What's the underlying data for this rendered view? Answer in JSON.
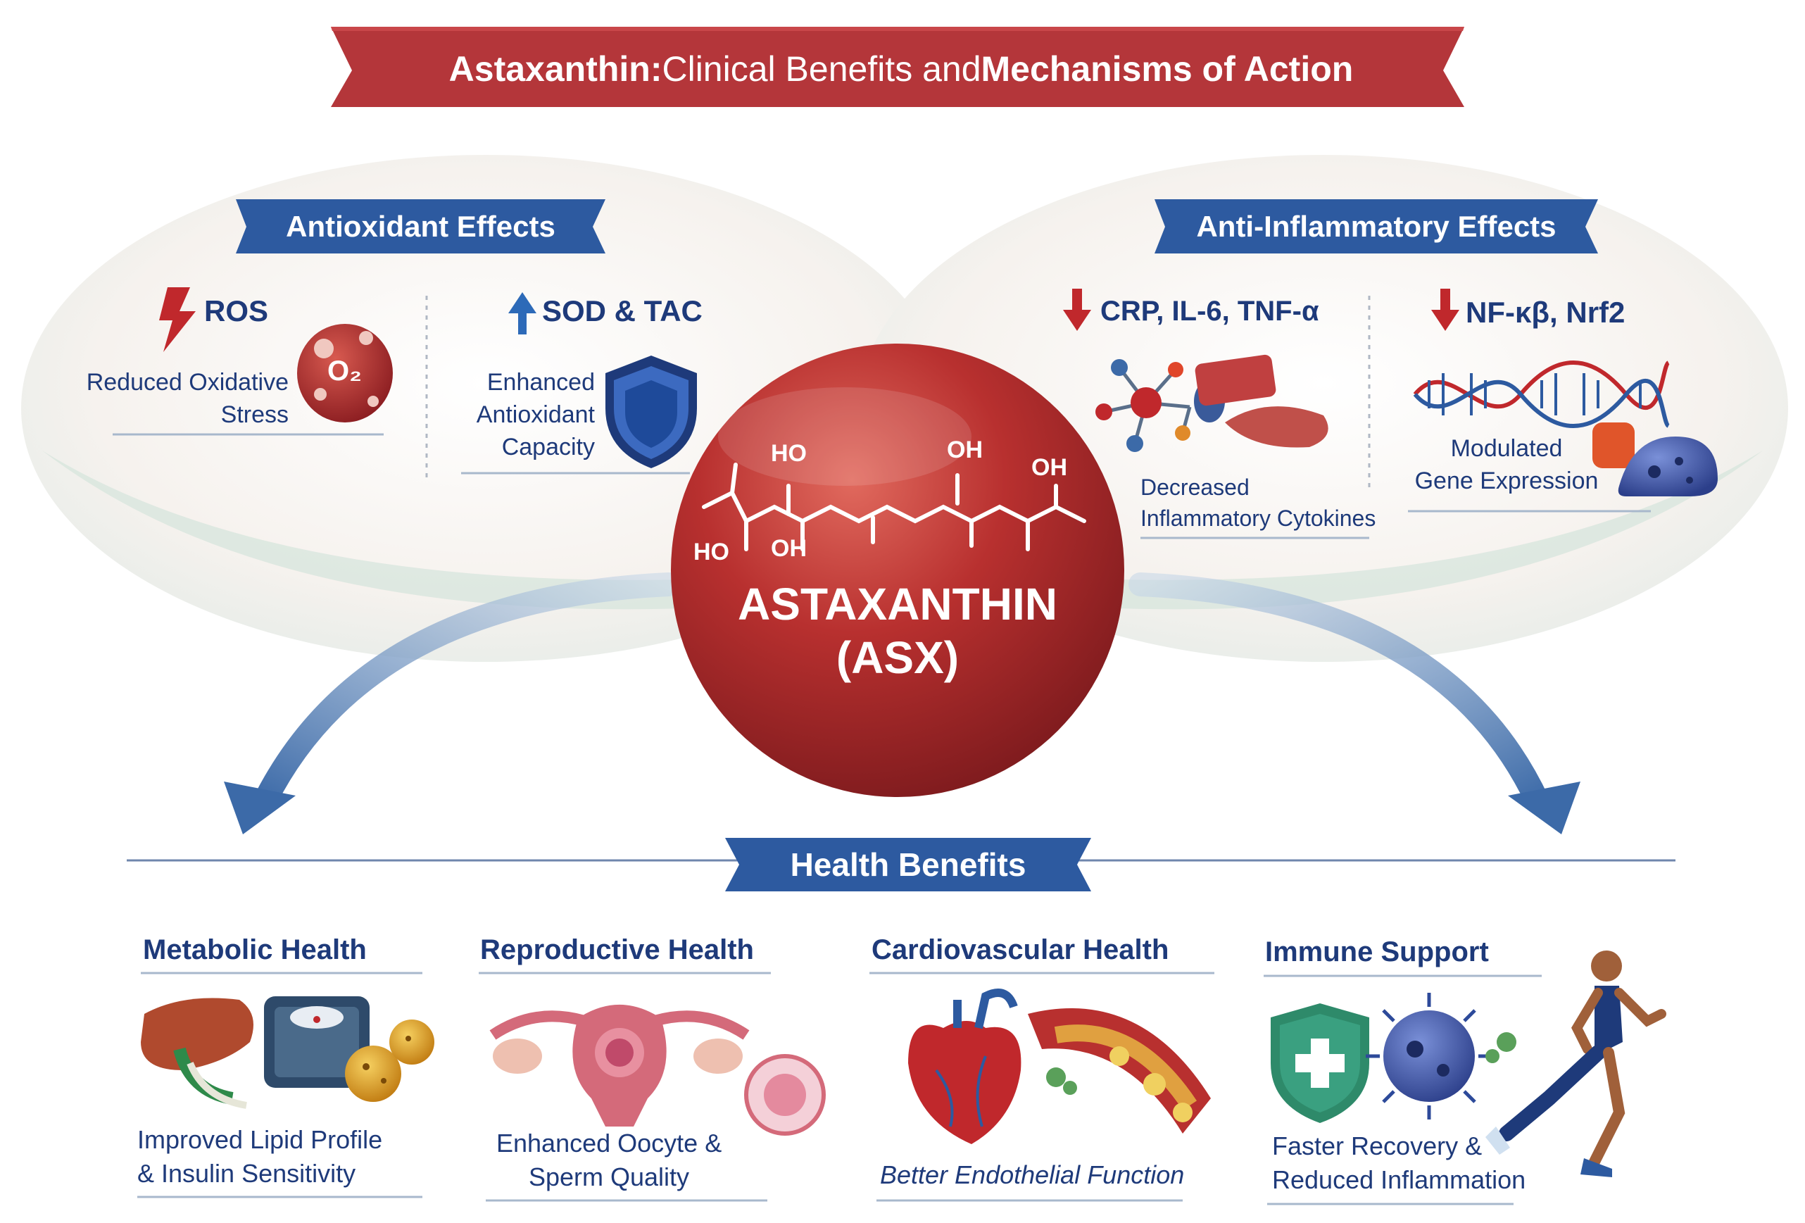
{
  "title": {
    "part1": "Astaxanthin:",
    "part2": " Clinical Benefits and ",
    "part3": "Mechanisms of Action"
  },
  "antioxidant": {
    "heading": "Antioxidant Effects",
    "ros": {
      "marker": "ROS",
      "label_line1": "Reduced Oxidative",
      "label_line2": "Stress",
      "bubble_text": "O₂"
    },
    "sod": {
      "marker": "SOD & TAC",
      "label_line1": "Enhanced",
      "label_line2": "Antioxidant",
      "label_line3": "Capacity"
    }
  },
  "anti_inflammatory": {
    "heading": "Anti-Inflammatory Effects",
    "cytokines": {
      "marker": "CRP, IL-6, TNF-α",
      "label_line1": "Decreased",
      "label_line2": "Inflammatory Cytokines"
    },
    "nfkb": {
      "marker": "NF-κβ, Nrf2",
      "label_line1": "Modulated",
      "label_line2": "Gene Expression"
    }
  },
  "center": {
    "name_line1": "ASTAXANTHIN",
    "name_line2": "(ASX)",
    "groups": [
      "HO",
      "OH",
      "OH",
      "HO",
      "OH"
    ]
  },
  "health": {
    "heading": "Health Benefits",
    "sections": [
      {
        "title": "Metabolic Health",
        "caption_line1": "Improved Lipid Profile",
        "caption_line2": "& Insulin Sensitivity"
      },
      {
        "title": "Reproductive Health",
        "caption_line1": "Enhanced Oocyte &",
        "caption_line2": "Sperm Quality"
      },
      {
        "title": "Cardiovascular Health",
        "caption_line1": "Better Endothelial Function",
        "caption_line2": ""
      },
      {
        "title": "Immune Support",
        "caption_line1": "Faster Recovery &",
        "caption_line2": "Reduced Inflammation"
      }
    ]
  },
  "colors": {
    "banner_red": "#b4363a",
    "ribbon_blue": "#2d5aa0",
    "text_navy": "#1e3a7a",
    "arrow_down_red": "#c0282c",
    "arrow_up_blue": "#2d6ab8"
  },
  "icons": [
    "lightning-icon",
    "up-arrow-icon",
    "down-arrow-icon",
    "shield-icon",
    "dna-icon",
    "liver-icon",
    "scale-icon",
    "uterus-icon",
    "heart-icon",
    "vessel-icon",
    "virus-icon",
    "runner-icon"
  ]
}
